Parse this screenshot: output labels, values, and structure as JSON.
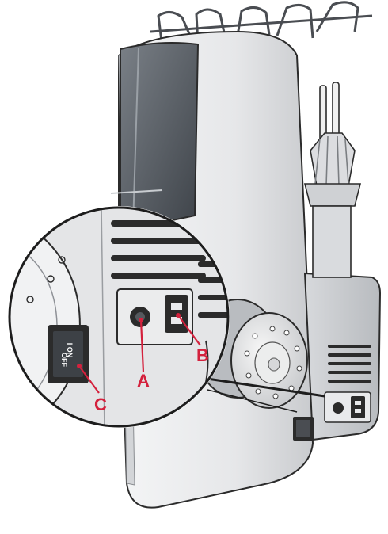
{
  "labels": {
    "a": "A",
    "b": "B",
    "c": "C"
  },
  "switch": {
    "on_mark": "I",
    "on_text": "ON",
    "off_text": "OFF"
  },
  "colors": {
    "callout": "#d4213d",
    "body": "#e9eaec",
    "outline": "#2b2b2b",
    "window": "#5b6168"
  }
}
